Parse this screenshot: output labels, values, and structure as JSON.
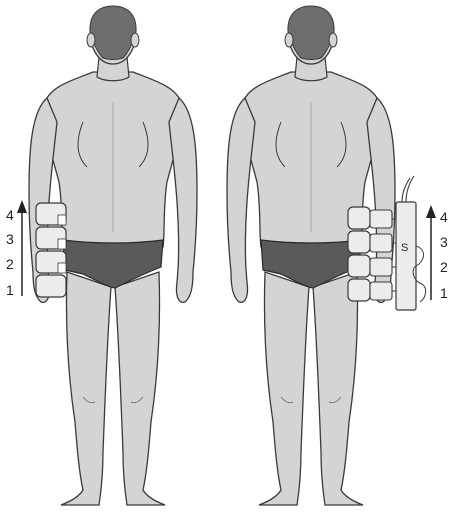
{
  "left_figure": {
    "arrow_labels": [
      "4",
      "3",
      "2",
      "1"
    ]
  },
  "right_figure": {
    "arrow_labels": [
      "4",
      "3",
      "2",
      "1"
    ],
    "device_label": "S"
  },
  "colors": {
    "skin": "#d4d4d4",
    "hair": "#6e6e6e",
    "briefs": "#5a5a5a",
    "cuff": "#ececec",
    "outline": "#3a3a3a"
  }
}
